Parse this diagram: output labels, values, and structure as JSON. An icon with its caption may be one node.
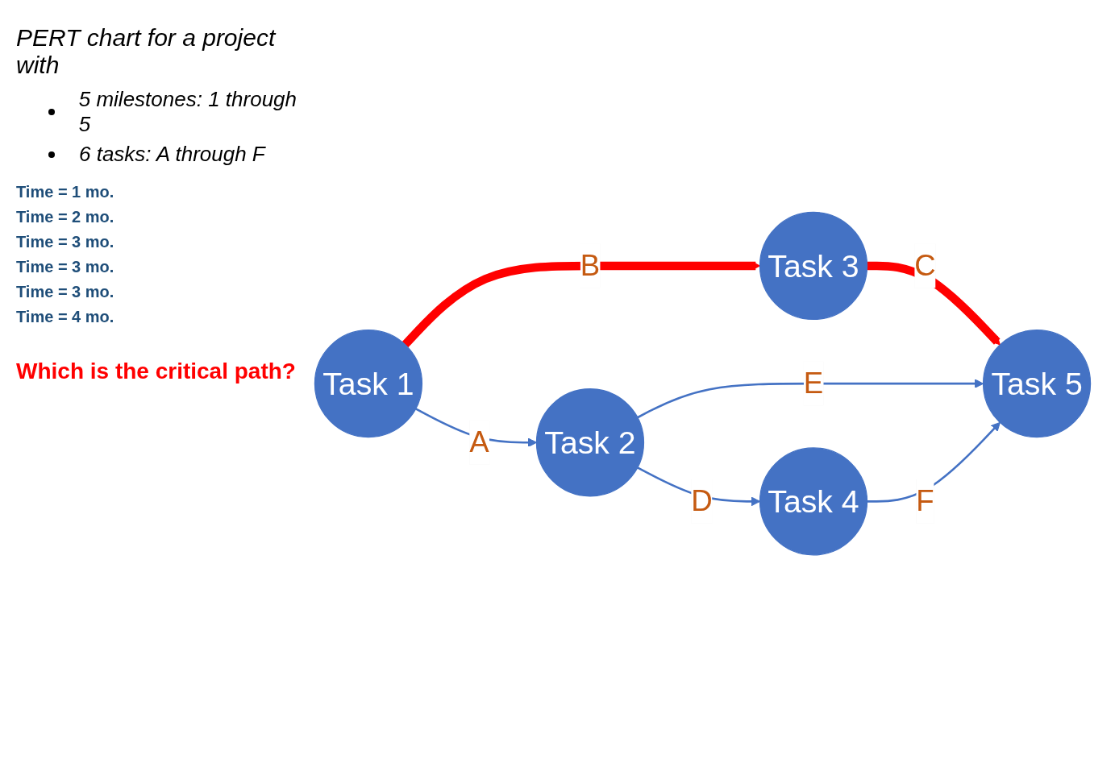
{
  "diagram": {
    "title": "PERT chart for a project with",
    "caption": "Which is the critical path?",
    "nodes": [
      {
        "text": [
          "Task 1"
        ]
      },
      {
        "text": [
          "Task 2"
        ]
      },
      {
        "text": [
          "Task 3"
        ]
      },
      {
        "text": [
          "Task 4"
        ]
      },
      {
        "text": [
          "Task 5"
        ]
      }
    ],
    "edges": [
      {
        "from": 0,
        "to": 1,
        "arrow": "to",
        "label": "A"
      },
      {
        "from": 0,
        "to": 2,
        "arrow": "to",
        "label": "B",
        "style": "thick",
        "color": "#ff0000"
      },
      {
        "from": 2,
        "to": 4,
        "arrow": "to",
        "label": "C",
        "style": "thick",
        "color": "#ff0000"
      },
      {
        "from": 1,
        "to": 3,
        "arrow": "to",
        "label": "D"
      },
      {
        "from": 1,
        "to": 4,
        "arrow": "to",
        "label": "E"
      },
      {
        "from": 3,
        "to": 4,
        "arrow": "to",
        "label": "F"
      }
    ],
    "labels": [
      "5 milestones: 1 through 5",
      "6 tasks: A through F",
      "Time = 1 mo.",
      "Time = 2 mo.",
      "Time = 3 mo.",
      "Time = 3 mo.",
      "Time = 3 mo.",
      "Time = 4 mo."
    ]
  }
}
